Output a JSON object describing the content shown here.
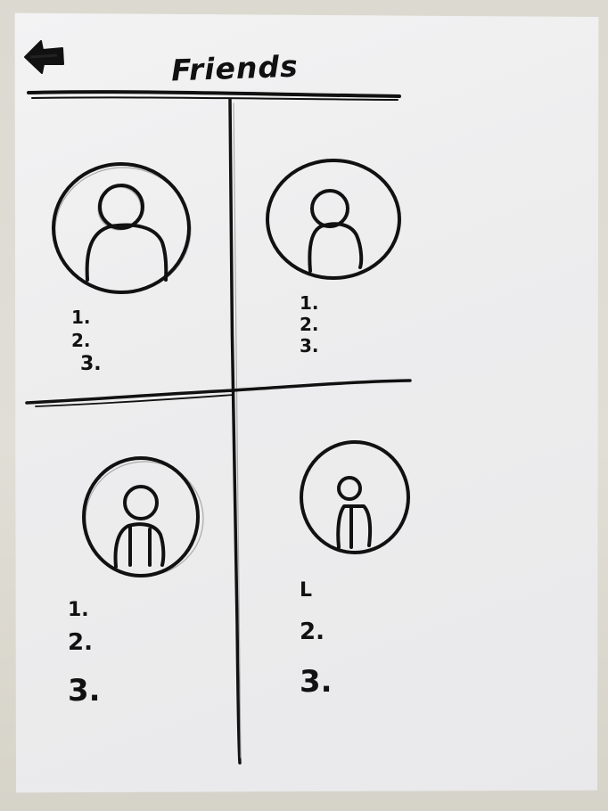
{
  "screen": {
    "title": "Friends",
    "back_icon": "back-arrow-icon"
  },
  "friends": [
    {
      "avatar_icon": "person-avatar-icon",
      "items": [
        "1.",
        "2.",
        "3."
      ]
    },
    {
      "avatar_icon": "person-avatar-icon",
      "items": [
        "1.",
        "2.",
        "3."
      ]
    },
    {
      "avatar_icon": "person-avatar-icon",
      "items": [
        "1.",
        "2.",
        "3."
      ]
    },
    {
      "avatar_icon": "person-avatar-icon",
      "items": [
        "L",
        "2.",
        "3."
      ]
    }
  ],
  "colors": {
    "ink": "#111111",
    "paper": "#efeff0",
    "table": "#dcdad0"
  }
}
